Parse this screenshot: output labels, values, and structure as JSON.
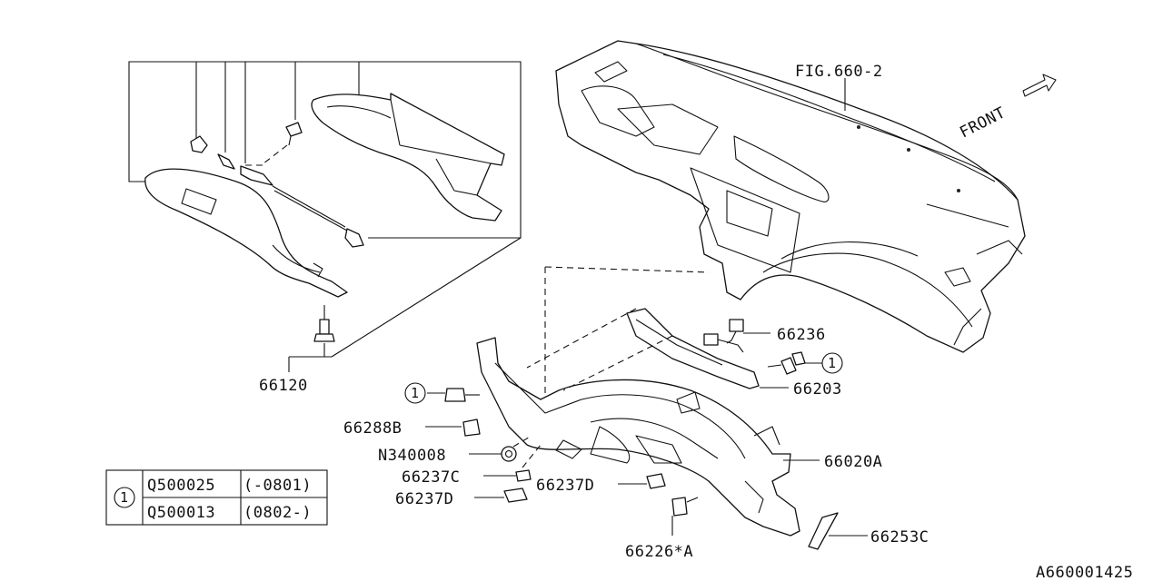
{
  "figure_ref": "FIG.660-2",
  "front_label": "FRONT",
  "callout_circle": "1",
  "parts": {
    "glove_box": "66120",
    "harness": "66236",
    "bracket": "66203",
    "clip_b": "66288B",
    "nut": "N340008",
    "beam": "66020A",
    "pad_c": "66237C",
    "pad_d_right": "66237D",
    "pad_d_left": "66237D",
    "clip_a": "66226*A",
    "cover_c": "66253C"
  },
  "table": {
    "circle": "1",
    "rows": [
      {
        "part": "Q500025",
        "range": "(-0801)"
      },
      {
        "part": "Q500013",
        "range": "(0802-)"
      }
    ]
  },
  "diagram_id": "A660001425"
}
